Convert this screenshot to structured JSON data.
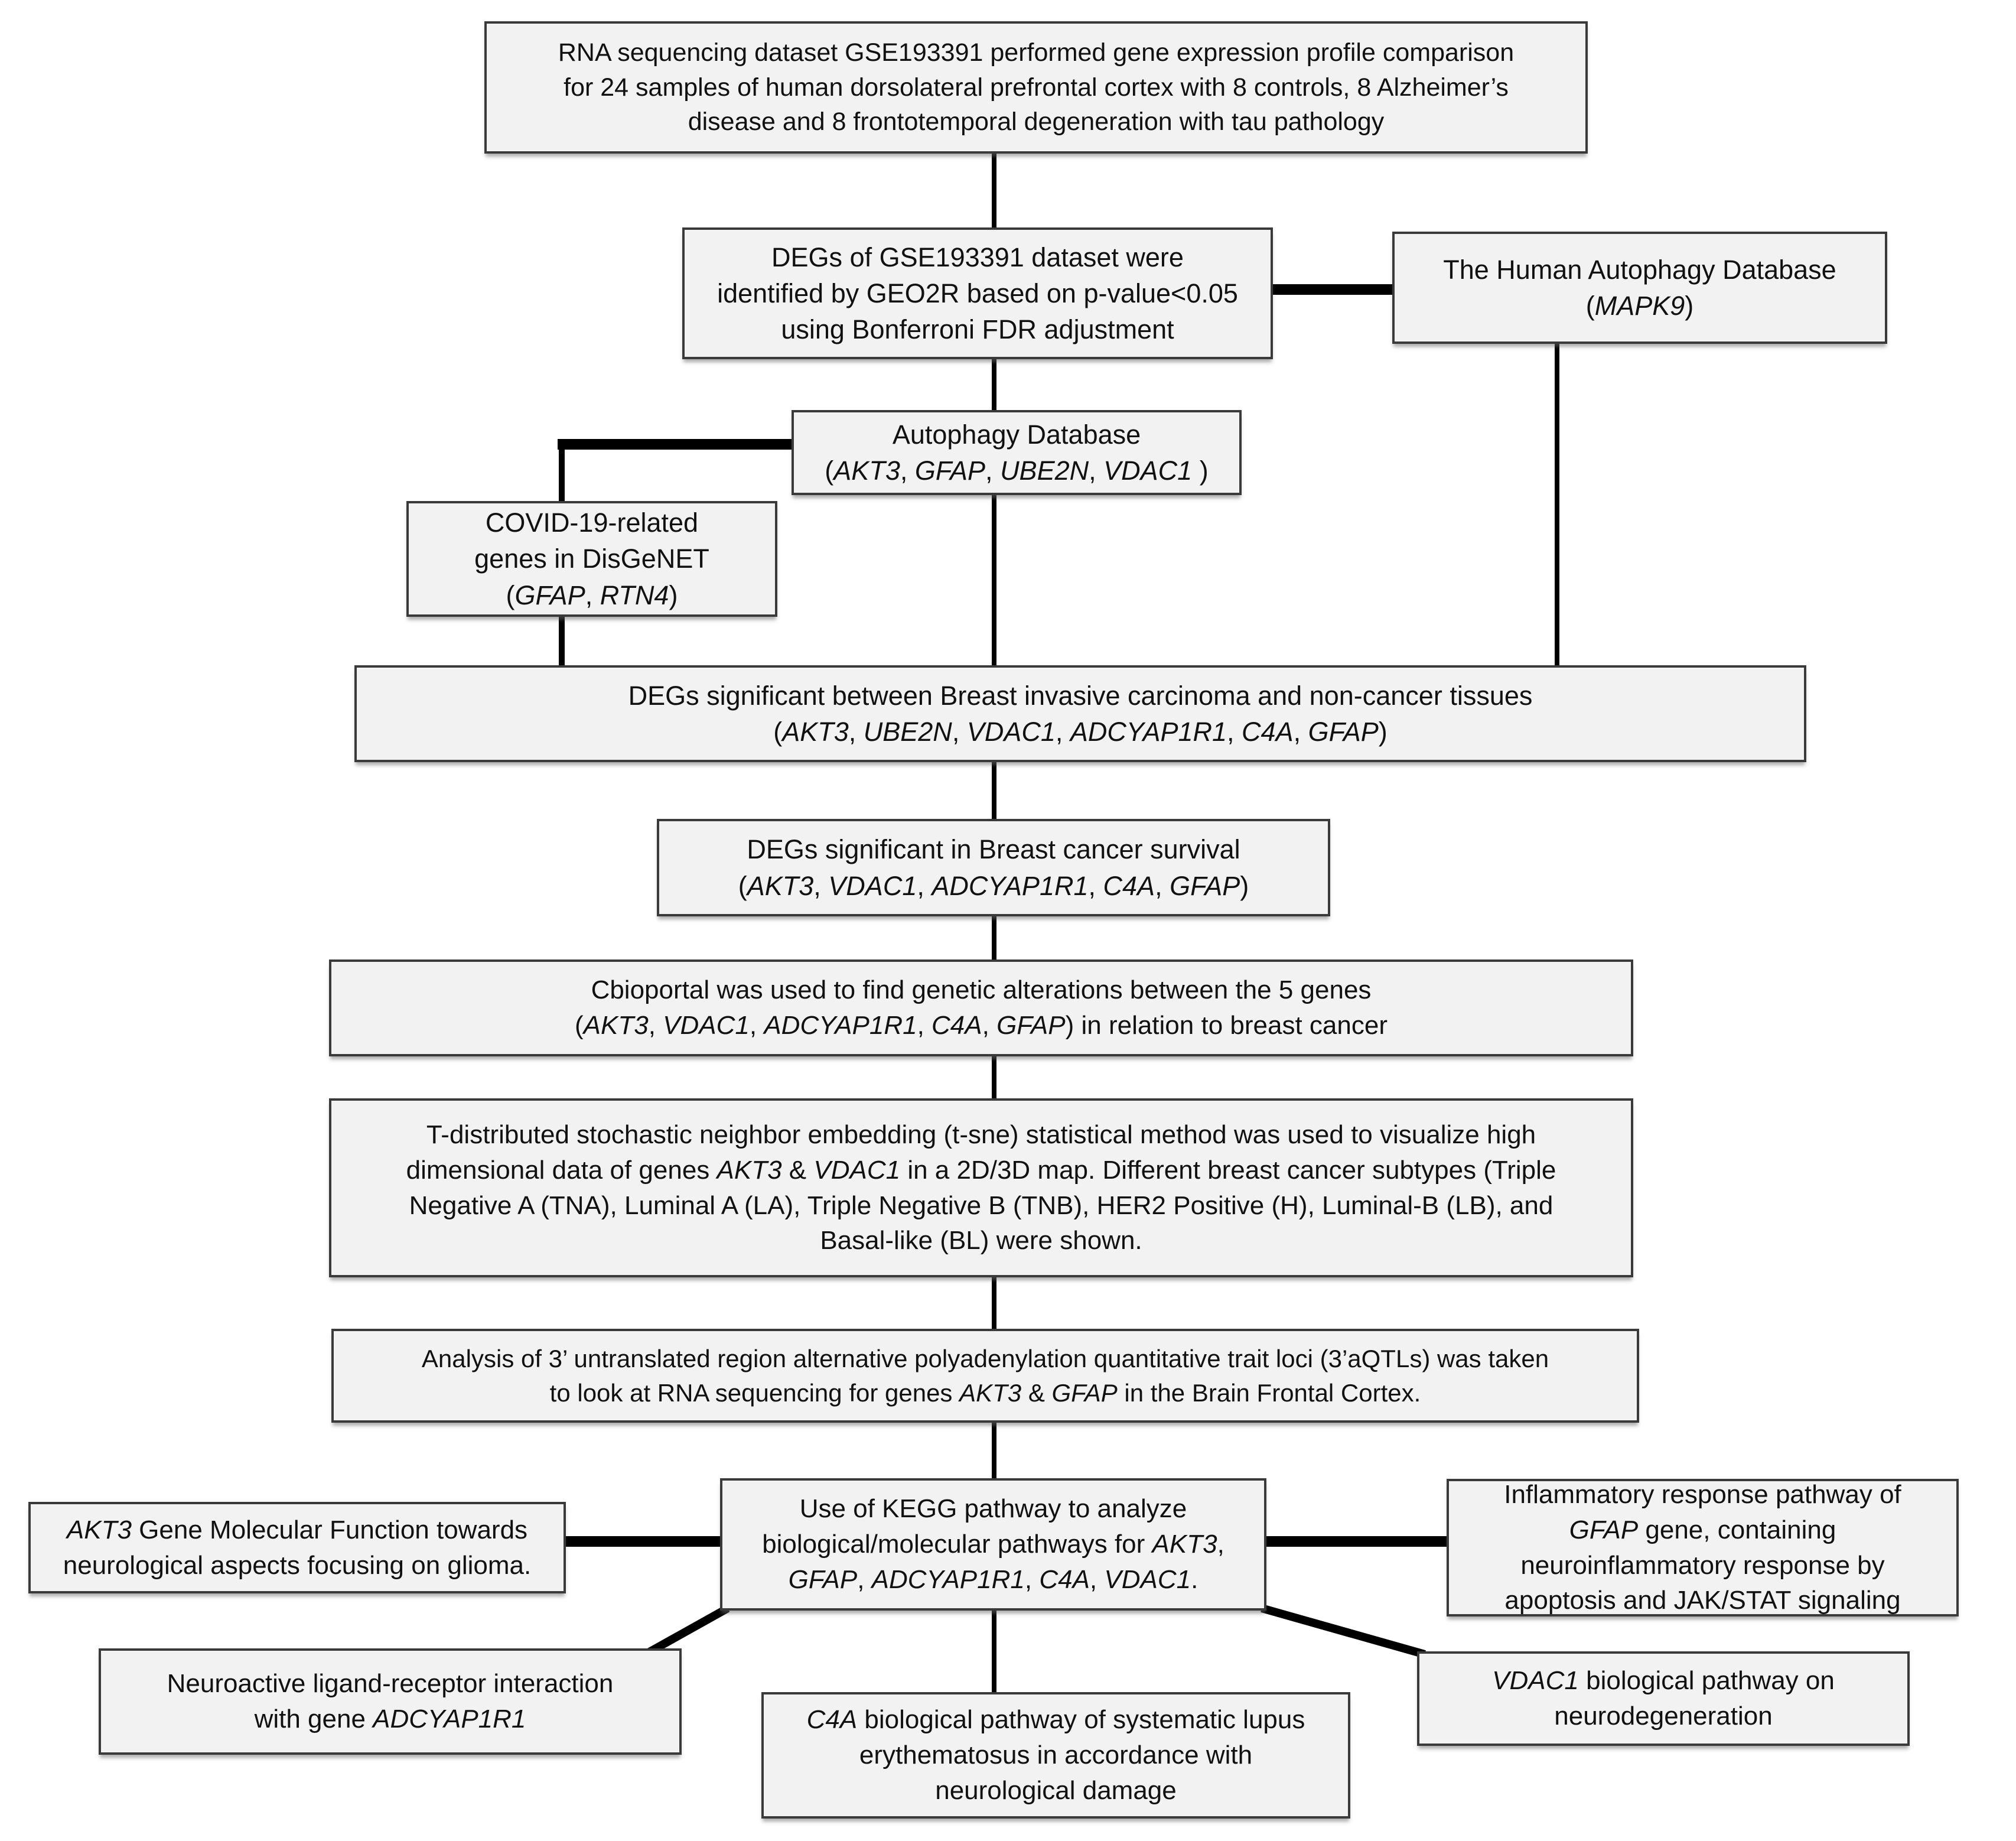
{
  "figure": {
    "type": "flowchart",
    "background": "#ffffff",
    "box_fill": "#f2f2f2",
    "box_border": "#3a3a3a",
    "line_color": "#000000"
  },
  "nodes": {
    "rna_dataset": {
      "text": "RNA sequencing dataset GSE193391 performed gene expression profile comparison\nfor 24 samples of human dorsolateral prefrontal cortex with 8 controls, 8 Alzheimer’s\ndisease and 8 frontotemporal degeneration with tau pathology"
    },
    "degs_geo2r": {
      "text": "DEGs of GSE193391 dataset were\nidentified by GEO2R based on p-value<0.05\nusing Bonferroni FDR adjustment"
    },
    "human_autophagy_db": {
      "text": "The Human Autophagy Database\n(*MAPK9*)"
    },
    "autophagy_db": {
      "text": "Autophagy Database\n(*AKT3*, *GFAP*, *UBE2N*, *VDAC1* )"
    },
    "covid_disgenet": {
      "text": "COVID-19-related\ngenes in DisGeNET\n(*GFAP*, *RTN4*)"
    },
    "degs_brca": {
      "text": "DEGs significant between Breast invasive carcinoma and non-cancer tissues\n(*AKT3*, *UBE2N*, *VDAC1*, *ADCYAP1R1*, *C4A*, *GFAP*)"
    },
    "degs_survival": {
      "text": "DEGs significant in Breast cancer survival\n(*AKT3*, *VDAC1*, *ADCYAP1R1*, *C4A*, *GFAP*)"
    },
    "cbioportal": {
      "text": "Cbioportal was used to find genetic alterations between the 5 genes\n(*AKT3*, *VDAC1*, *ADCYAP1R1*, *C4A*, *GFAP*) in relation to breast cancer"
    },
    "tsne": {
      "text": "T-distributed stochastic neighbor embedding (t-sne) statistical method was used to visualize high\ndimensional data of genes *AKT3* & *VDAC1* in a 2D/3D map. Different breast cancer subtypes (Triple\nNegative A (TNA), Luminal A (LA), Triple Negative B (TNB), HER2 Positive (H), Luminal-B (LB), and\nBasal-like (BL) were shown."
    },
    "aqtl": {
      "text": "Analysis of 3’ untranslated region alternative polyadenylation quantitative trait loci (3’aQTLs) was taken\nto look at RNA sequencing for genes *AKT3* & *GFAP* in the Brain Frontal Cortex."
    },
    "kegg": {
      "text": "Use of KEGG pathway to analyze\nbiological/molecular pathways for *AKT3*,\n*GFAP*, *ADCYAP1R1*, *C4A*, *VDAC1*."
    },
    "akt3_glioma": {
      "text": "*AKT3* Gene Molecular Function towards\nneurological aspects focusing on glioma."
    },
    "gfap_inflammatory": {
      "text": "Inflammatory response pathway of\n*GFAP* gene, containing\nneuroinflammatory response by\napoptosis and JAK/STAT signaling"
    },
    "neuroactive": {
      "text": "Neuroactive ligand-receptor interaction\nwith gene *ADCYAP1R1*"
    },
    "c4a_lupus": {
      "text": "*C4A* biological pathway of systematic lupus\nerythematosus in accordance with\nneurological damage"
    },
    "vdac1_neuro": {
      "text": "*VDAC1* biological pathway on\nneurodegeneration"
    }
  },
  "edges": [
    {
      "from": "rna_dataset",
      "to": "degs_geo2r"
    },
    {
      "from": "degs_geo2r",
      "to": "human_autophagy_db"
    },
    {
      "from": "degs_geo2r",
      "to": "autophagy_db"
    },
    {
      "from": "autophagy_db",
      "to": "covid_disgenet"
    },
    {
      "from": "autophagy_db",
      "to": "degs_brca"
    },
    {
      "from": "covid_disgenet",
      "to": "degs_brca"
    },
    {
      "from": "human_autophagy_db",
      "to": "degs_brca"
    },
    {
      "from": "degs_brca",
      "to": "degs_survival"
    },
    {
      "from": "degs_survival",
      "to": "cbioportal"
    },
    {
      "from": "cbioportal",
      "to": "tsne"
    },
    {
      "from": "tsne",
      "to": "aqtl"
    },
    {
      "from": "aqtl",
      "to": "kegg"
    },
    {
      "from": "kegg",
      "to": "akt3_glioma"
    },
    {
      "from": "kegg",
      "to": "gfap_inflammatory"
    },
    {
      "from": "kegg",
      "to": "neuroactive"
    },
    {
      "from": "kegg",
      "to": "c4a_lupus"
    },
    {
      "from": "kegg",
      "to": "vdac1_neuro"
    }
  ]
}
